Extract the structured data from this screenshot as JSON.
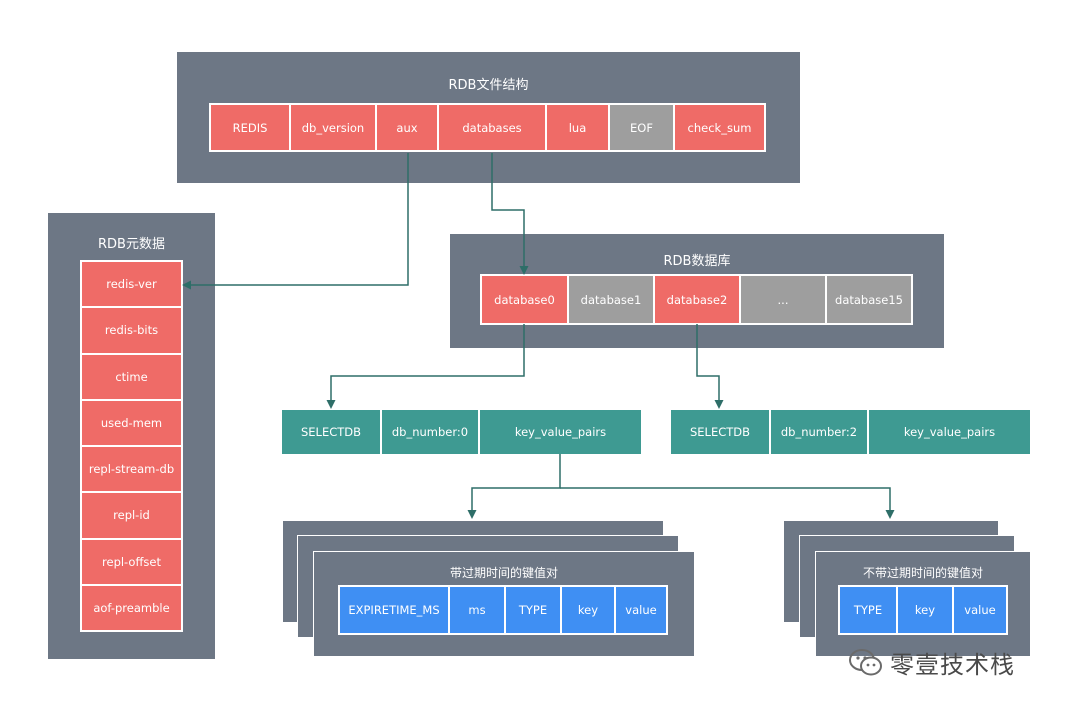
{
  "file_structure": {
    "title": "RDB文件结构",
    "cells": [
      "REDIS",
      "db_version",
      "aux",
      "databases",
      "lua",
      "EOF",
      "check_sum"
    ]
  },
  "metadata": {
    "title": "RDB元数据",
    "items": [
      "redis-ver",
      "redis-bits",
      "ctime",
      "used-mem",
      "repl-stream-db",
      "repl-id",
      "repl-offset",
      "aof-preamble"
    ]
  },
  "database": {
    "title": "RDB数据库",
    "cells": [
      "database0",
      "database1",
      "database2",
      "...",
      "database15"
    ]
  },
  "db0_row": [
    "SELECTDB",
    "db_number:0",
    "key_value_pairs"
  ],
  "db2_row": [
    "SELECTDB",
    "db_number:2",
    "key_value_pairs"
  ],
  "expiring_pairs": {
    "title": "带过期时间的键值对",
    "cells": [
      "EXPIRETIME_MS",
      "ms",
      "TYPE",
      "key",
      "value"
    ]
  },
  "plain_pairs": {
    "title": "不带过期时间的键值对",
    "cells": [
      "TYPE",
      "key",
      "value"
    ]
  },
  "watermark": {
    "text": "零壹技术栈",
    "icon": "wechat-icon"
  },
  "colors": {
    "panel": "#6d7785",
    "red": "#ef6b67",
    "gray": "#9e9e9e",
    "teal": "#3e9a92",
    "blue": "#3f8ff3",
    "arrow": "#2e6e68"
  }
}
